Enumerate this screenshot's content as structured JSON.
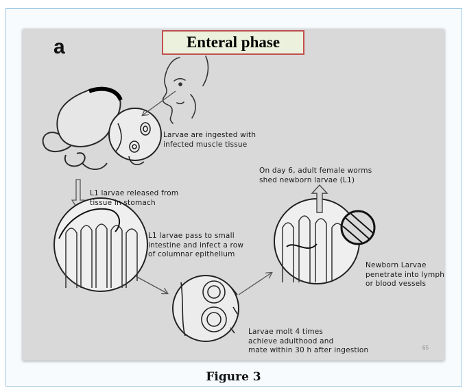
{
  "slide": {
    "panel_letter": "a",
    "title": "Enteral phase",
    "page_number": "65"
  },
  "steps": {
    "ingestion": "Larvae are ingested with\ninfected muscle tissue",
    "release": "L1 larvae released from\ntissue in stomach",
    "invasion": "L1 larvae pass to small\nintestine and infect a row\nof columnar epithelium",
    "molt": "Larvae molt 4 times\nachieve adulthood and\nmate within 30 h after ingestion",
    "shed": "On day 6, adult female worms\nshed newborn larvae (L1)",
    "penetrate": "Newborn Larvae\npenetrate into lymph\nor blood vessels"
  },
  "figure_label": "Figure 3"
}
